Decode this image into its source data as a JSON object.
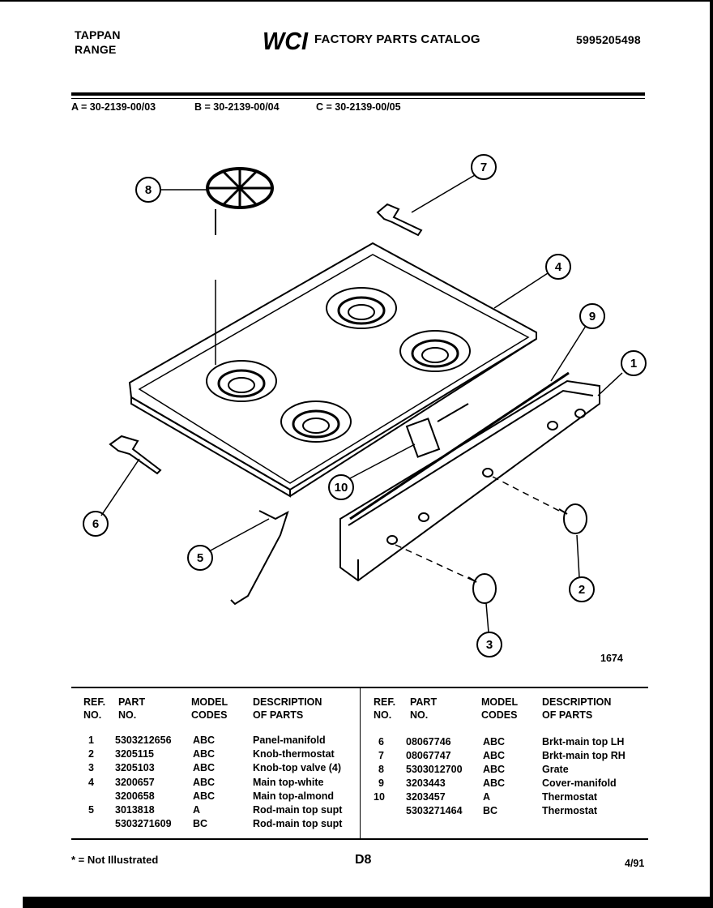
{
  "header": {
    "brand_line1": "TAPPAN",
    "brand_line2": "RANGE",
    "logo_text": "WCI",
    "catalog_title": "FACTORY PARTS CATALOG",
    "document_number": "5995205498"
  },
  "models": {
    "a": "A = 30-2139-00/03",
    "b": "B = 30-2139-00/04",
    "c": "C = 30-2139-00/05"
  },
  "diagram": {
    "figure_id": "1674",
    "callouts": [
      "1",
      "2",
      "3",
      "4",
      "5",
      "6",
      "7",
      "8",
      "9",
      "10"
    ]
  },
  "table": {
    "headers": {
      "ref": [
        "REF.",
        "NO."
      ],
      "part": [
        "PART",
        "NO."
      ],
      "model": [
        "MODEL",
        "CODES"
      ],
      "desc": [
        "DESCRIPTION",
        "OF PARTS"
      ]
    },
    "left": [
      {
        "ref": "1",
        "part": "5303212656",
        "codes": "ABC",
        "desc": "Panel-manifold"
      },
      {
        "ref": "2",
        "part": "3205115",
        "codes": "ABC",
        "desc": "Knob-thermostat"
      },
      {
        "ref": "3",
        "part": "3205103",
        "codes": "ABC",
        "desc": "Knob-top valve (4)"
      },
      {
        "ref": "4",
        "part": "3200657",
        "codes": "ABC",
        "desc": "Main top-white"
      },
      {
        "ref": "",
        "part": "3200658",
        "codes": "ABC",
        "desc": "Main top-almond"
      },
      {
        "ref": "5",
        "part": "3013818",
        "codes": "A",
        "desc": "Rod-main top supt"
      },
      {
        "ref": "",
        "part": "5303271609",
        "codes": "BC",
        "desc": "Rod-main top supt"
      }
    ],
    "right": [
      {
        "ref": "6",
        "part": "08067746",
        "codes": "ABC",
        "desc": "Brkt-main top LH"
      },
      {
        "ref": "7",
        "part": "08067747",
        "codes": "ABC",
        "desc": "Brkt-main top RH"
      },
      {
        "ref": "8",
        "part": "5303012700",
        "codes": "ABC",
        "desc": "Grate"
      },
      {
        "ref": "9",
        "part": "3203443",
        "codes": "ABC",
        "desc": "Cover-manifold"
      },
      {
        "ref": "10",
        "part": "3203457",
        "codes": "A",
        "desc": "Thermostat"
      },
      {
        "ref": "",
        "part": "5303271464",
        "codes": "BC",
        "desc": "Thermostat"
      }
    ]
  },
  "footer": {
    "note": "* = Not Illustrated",
    "page": "D8",
    "date": "4/91"
  }
}
